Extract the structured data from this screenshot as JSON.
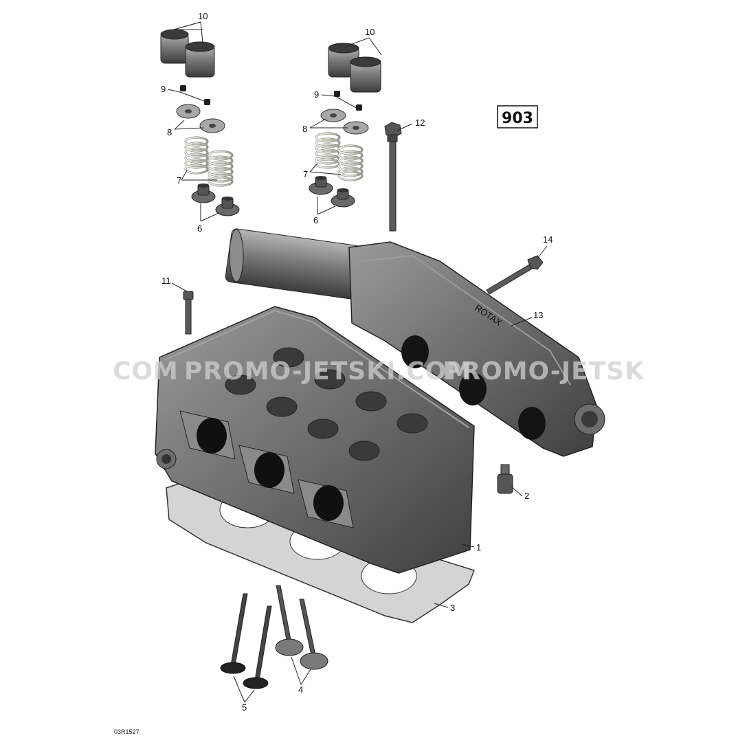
{
  "diagram": {
    "badge": "903",
    "reference_code": "03R1527",
    "watermark": {
      "left": "COM",
      "middle": "PROMO-JETSKI.COM",
      "right": "PROMO-JETSK"
    },
    "manifold_logo": "ROTAX"
  },
  "callouts": {
    "c1": "1",
    "c2": "2",
    "c3": "3",
    "c4": "4",
    "c5": "5",
    "c6a": "6",
    "c6b": "6",
    "c7a": "7",
    "c7b": "7",
    "c8a": "8",
    "c8b": "8",
    "c9a": "9",
    "c9b": "9",
    "c10a": "10",
    "c10b": "10",
    "c11": "11",
    "c12": "12",
    "c13": "13",
    "c14": "14"
  },
  "colors": {
    "part_dark": "#4a4a4a",
    "part_mid": "#7d7d7d",
    "part_light": "#b9b9b9",
    "gasket": "#cfcfcf",
    "line": "#222222"
  }
}
